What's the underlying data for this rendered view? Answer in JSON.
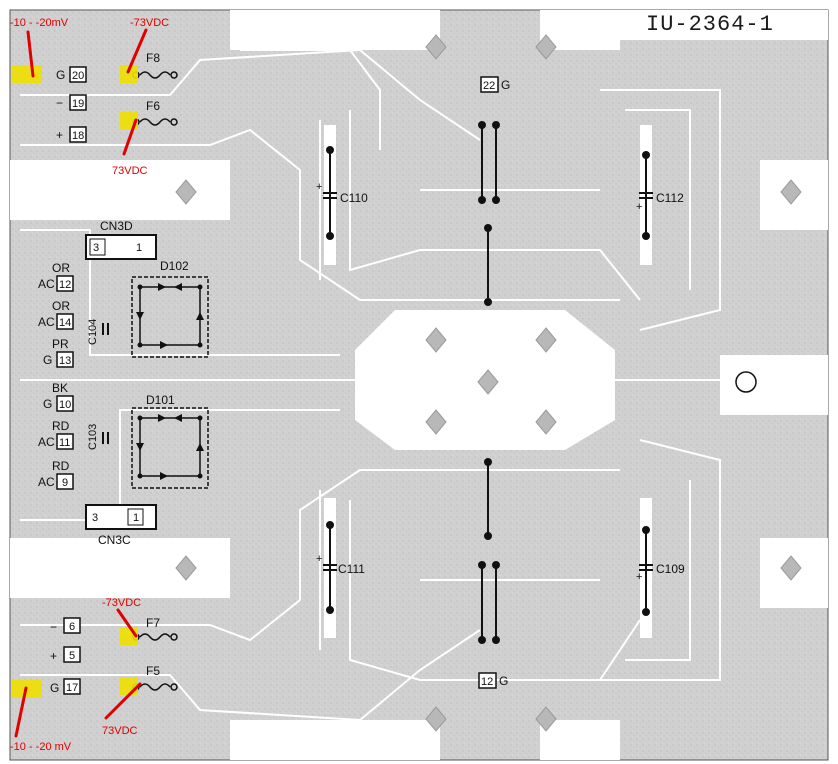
{
  "board": {
    "title": "IU-2364-1",
    "colors": {
      "background": "#d2d2d2",
      "trace": "#ffffff",
      "ink": "#111111",
      "annotation": "#e00000",
      "highlight": "#f0e000"
    }
  },
  "pins": {
    "p20": {
      "prefix": "G",
      "num": "20"
    },
    "p19": {
      "prefix": "−",
      "num": "19"
    },
    "p18": {
      "prefix": "+",
      "num": "18"
    },
    "p12": {
      "top": "OR",
      "prefix": "AC",
      "num": "12"
    },
    "p14": {
      "top": "OR",
      "prefix": "AC",
      "num": "14"
    },
    "p13": {
      "top": "PR",
      "prefix": "G",
      "num": "13"
    },
    "p10": {
      "top": "BK",
      "prefix": "G",
      "num": "10"
    },
    "p11": {
      "top": "RD",
      "prefix": "AC",
      "num": "11"
    },
    "p9": {
      "top": "RD",
      "prefix": "AC",
      "num": "9"
    },
    "p6": {
      "prefix": "−",
      "num": "6"
    },
    "p5": {
      "prefix": "+",
      "num": "5"
    },
    "p17": {
      "prefix": "G",
      "num": "17"
    },
    "p22": {
      "num": "22",
      "suffix": "G"
    },
    "p12b": {
      "num": "12",
      "suffix": "G"
    }
  },
  "connectors": {
    "cn3d": {
      "label": "CN3D",
      "left": "3",
      "right": "1"
    },
    "cn3c": {
      "label": "CN3C",
      "left": "3",
      "right": "1"
    }
  },
  "components": {
    "f8": "F8",
    "f6": "F6",
    "f7": "F7",
    "f5": "F5",
    "c110": "C110",
    "c112": "C112",
    "c111": "C111",
    "c109": "C109",
    "c104": "C104",
    "c103": "C103",
    "d102": "D102",
    "d101": "D101"
  },
  "annotations": {
    "top_left": "-10 - -20mV",
    "f8": "-73VDC",
    "f6": "73VDC",
    "f7": "-73VDC",
    "f5": "73VDC",
    "bottom_left": "-10 - -20 mV"
  }
}
